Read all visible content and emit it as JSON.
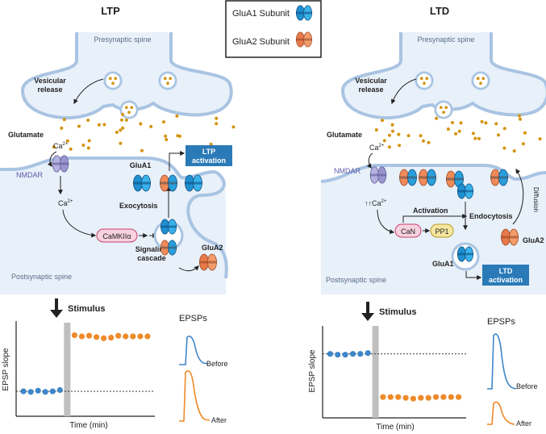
{
  "legend": {
    "glua1_label": "GluA1 Subunit",
    "glua2_label": "GluA2 Subunit",
    "glua1_color": "#29a3dc",
    "glua2_color": "#f0895a"
  },
  "colors": {
    "membrane": "#a9c4e2",
    "cytoplasm": "#e8f0f9",
    "vesicle_dot": "#d4930f",
    "nmdar": "#a7a2d4",
    "activation_box": "#2a7ab8",
    "camk": "#f8d2df",
    "pp1": "#f6e6a0",
    "before_trace": "#3f86c9",
    "after_trace": "#ee8a2a"
  },
  "ltp": {
    "title": "LTP",
    "presynaptic_label": "Presynaptic spine",
    "postsynaptic_label": "Postsynaptic spine",
    "vesicular_release": [
      "Vesicular",
      "release"
    ],
    "glutamate": "Glutamate",
    "nmdar": "NMDAR",
    "ca_top": "Ca",
    "ca_top_sup": "2+",
    "ca_bottom": "Ca",
    "ca_bottom_sup": "2+",
    "camk": "CaMKIIα",
    "signaling": [
      "Signaling",
      "cascade"
    ],
    "exocytosis": "Exocytosis",
    "glua1": "GluA1",
    "glua2": "GluA2",
    "activation_box": [
      "LTP",
      "activation"
    ],
    "stimulus": "Stimulus",
    "epsps": "EPSPs",
    "ylabel": "EPSP slope",
    "xlabel": "Time (min)",
    "before": "Before",
    "after": "After"
  },
  "ltd": {
    "title": "LTD",
    "presynaptic_label": "Presynaptic spine",
    "postsynaptic_label": "Postsynaptic spine",
    "vesicular_release": [
      "Vesicular",
      "release"
    ],
    "glutamate": "Glutamate",
    "nmdar": "NMDAR",
    "ca_top": "Ca",
    "ca_top_sup": "2+",
    "ca_bottom": "↑↑Ca",
    "ca_bottom_sup": "2+",
    "activation": "Activation",
    "can": "CaN",
    "pp1": "PP1",
    "endocytosis": "Endocytosis",
    "diffusion": "Diffusion",
    "glua1": "GluA1",
    "glua2": "GluA2",
    "activation_box": [
      "LTD",
      "activation"
    ],
    "stimulus": "Stimulus",
    "epsps": "EPSPs",
    "ylabel": "EPSP slope",
    "xlabel": "Time (min)",
    "before": "Before",
    "after": "After"
  },
  "chart_data": [
    {
      "type": "scatter",
      "title": "",
      "xlabel": "Time (min)",
      "ylabel": "EPSP slope",
      "stimulus_index": 6,
      "baseline": 1.0,
      "ylim": [
        0.6,
        2.1
      ],
      "series": [
        {
          "name": "",
          "x": [
            1,
            2,
            3,
            4,
            5,
            6
          ],
          "y": [
            1.0,
            0.99,
            1.01,
            0.99,
            1.0,
            1.02
          ]
        },
        {
          "name": "",
          "x": [
            8,
            9,
            10,
            11,
            12,
            13,
            14,
            15,
            16,
            17,
            18
          ],
          "y": [
            1.9,
            1.88,
            1.89,
            1.87,
            1.85,
            1.86,
            1.89,
            1.88,
            1.88,
            1.88,
            1.88
          ]
        }
      ]
    },
    {
      "type": "scatter",
      "title": "",
      "xlabel": "Time (min)",
      "ylabel": "EPSP slope",
      "stimulus_index": 6,
      "baseline": 1.0,
      "ylim": [
        0.2,
        1.35
      ],
      "series": [
        {
          "name": "",
          "x": [
            1,
            2,
            3,
            4,
            5,
            6
          ],
          "y": [
            1.0,
            0.99,
            0.99,
            1.0,
            1.0,
            1.01
          ]
        },
        {
          "name": "",
          "x": [
            8,
            9,
            10,
            11,
            12,
            13,
            14,
            15,
            16,
            17,
            18
          ],
          "y": [
            0.46,
            0.46,
            0.46,
            0.45,
            0.44,
            0.45,
            0.45,
            0.46,
            0.46,
            0.46,
            0.46
          ]
        }
      ]
    }
  ]
}
